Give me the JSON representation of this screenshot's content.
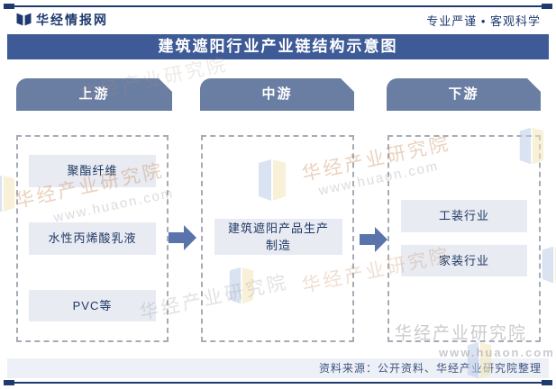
{
  "header": {
    "logo_icon": "open-book-icon",
    "site_name": "华经情报网",
    "slogan": "专业严谨 • 客观科学"
  },
  "title": "建筑遮阳行业产业链结构示意图",
  "chain": {
    "stages": [
      {
        "header": "上游",
        "items": [
          "聚酯纤维",
          "水性丙烯酸乳液",
          "PVC等"
        ]
      },
      {
        "header": "中游",
        "item_lines": [
          "建筑遮阳产品生产",
          "制造"
        ]
      },
      {
        "header": "下游",
        "items": [
          "工装行业",
          "家装行业"
        ]
      }
    ],
    "flow": [
      "上游 → 中游",
      "中游 → 下游"
    ]
  },
  "footer": {
    "source": "资料来源：公开资料、华经产业研究院整理"
  },
  "watermark": {
    "brand": "华经产业研究院",
    "site": "www.huaon.com"
  },
  "colors": {
    "title_bar": "#3e5b97",
    "stage_header": "#6a7da2",
    "arrow": "#5874aa",
    "node_bg": "#e8ebf2",
    "navy_text": "#1e3a6e",
    "dashed_border": "#a6abb5",
    "footer_band": "#edf0f7"
  }
}
